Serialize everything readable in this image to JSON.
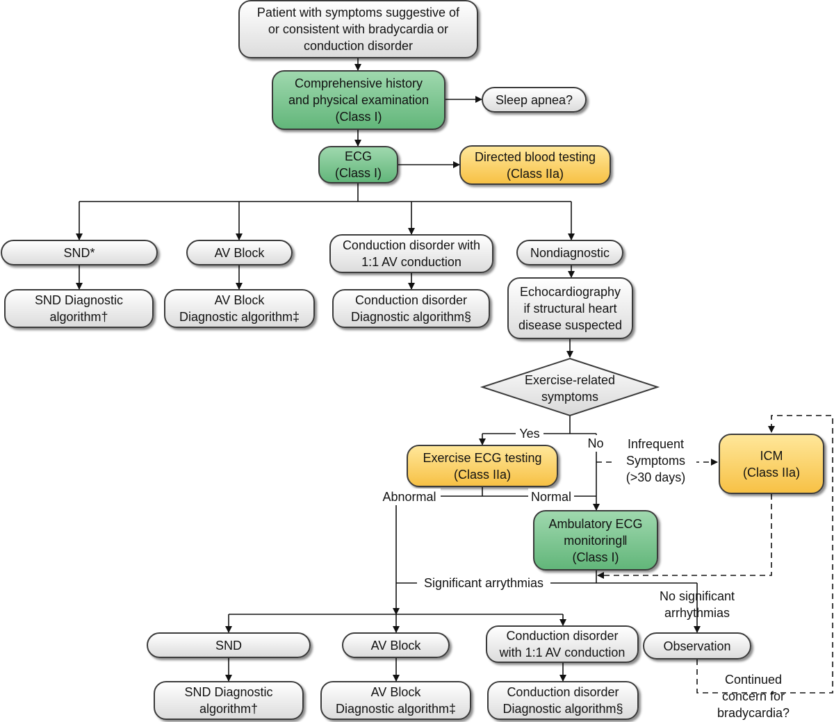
{
  "nodes": {
    "patient": "Patient with symptoms suggestive of\nor consistent with bradycardia or\nconduction disorder",
    "history": "Comprehensive history\nand physical examination\n(Class I)",
    "sleep": "Sleep apnea?",
    "ecg": "ECG\n(Class I)",
    "blood": "Directed blood testing\n(Class IIa)",
    "snd1": "SND*",
    "avb1": "AV Block",
    "cond1": "Conduction disorder with\n1:1 AV conduction",
    "nondiag": "Nondiagnostic",
    "snd_alg1": "SND Diagnostic\nalgorithm†",
    "avb_alg1": "AV Block\nDiagnostic algorithm‡",
    "cond_alg1": "Conduction disorder\nDiagnostic algorithm§",
    "echo": "Echocardiography\nif structural heart\ndisease suspected",
    "exercise_q": "Exercise-related\nsymptoms",
    "exercise_test": "Exercise ECG testing\n(Class IIa)",
    "icm": "ICM\n(Class IIa)",
    "ambulatory": "Ambulatory ECG\nmonitoring‖\n(Class I)",
    "snd2": "SND",
    "avb2": "AV Block",
    "cond2": "Conduction disorder\nwith 1:1 AV conduction",
    "observation": "Observation",
    "snd_alg2": "SND Diagnostic\nalgorithm†",
    "avb_alg2": "AV Block\nDiagnostic algorithm‡",
    "cond_alg2": "Conduction disorder\nDiagnostic algorithm§"
  },
  "labels": {
    "yes": "Yes",
    "no": "No",
    "infrequent": "Infrequent\nSymptoms\n(>30 days)",
    "abnormal": "Abnormal",
    "normal": "Normal",
    "significant": "Significant arrythmias",
    "no_significant": "No significant\narrhythmias",
    "continued": "Continued\nconcern for\nbradycardia?"
  },
  "colors": {
    "green": "#6dbb83",
    "yellow": "#f9c94f",
    "gray": "#e6e6e6"
  }
}
